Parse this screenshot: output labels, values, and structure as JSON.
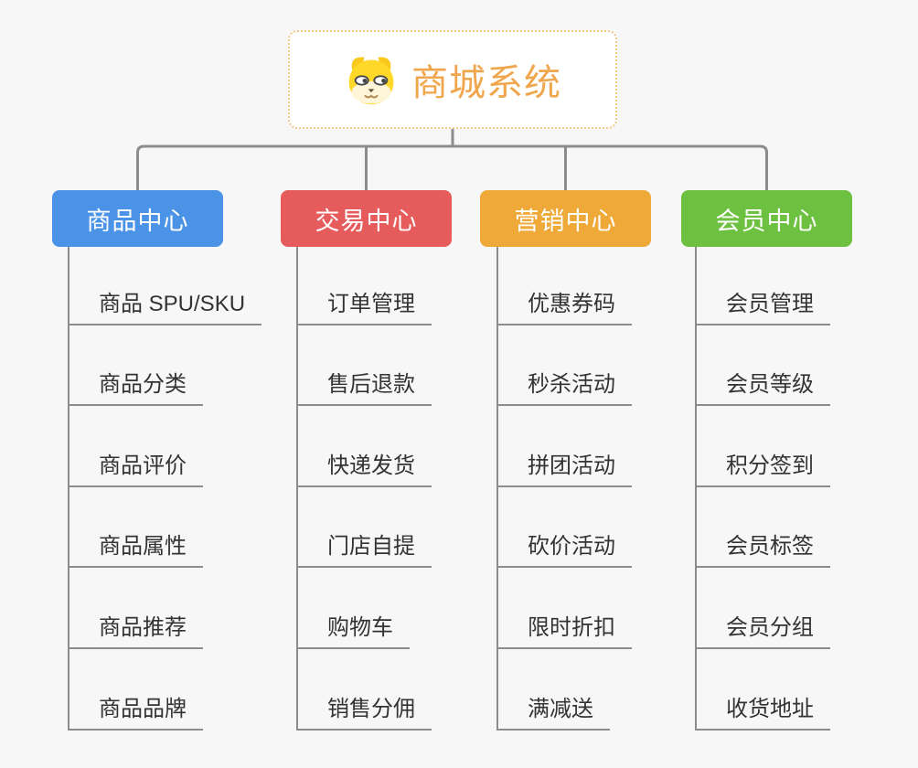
{
  "root": {
    "title": "商城系统",
    "icon": "dog-face-icon"
  },
  "branches": [
    {
      "label": "商品中心",
      "color": "#4B93E6",
      "children": [
        "商品 SPU/SKU",
        "商品分类",
        "商品评价",
        "商品属性",
        "商品推荐",
        "商品品牌"
      ]
    },
    {
      "label": "交易中心",
      "color": "#E65C5C",
      "children": [
        "订单管理",
        "售后退款",
        "快递发货",
        "门店自提",
        "购物车",
        "销售分佣"
      ]
    },
    {
      "label": "营销中心",
      "color": "#EFA939",
      "children": [
        "优惠券码",
        "秒杀活动",
        "拼团活动",
        "砍价活动",
        "限时折扣",
        "满减送"
      ]
    },
    {
      "label": "会员中心",
      "color": "#6EC140",
      "children": [
        "会员管理",
        "会员等级",
        "积分签到",
        "会员标签",
        "会员分组",
        "收货地址"
      ]
    }
  ],
  "colors": {
    "background": "#F7F7F7",
    "root_text": "#F0A64C",
    "root_border": "#F3C887",
    "branch_text": "#FFFFFF",
    "leaf_text": "#333333",
    "leaf_line": "#8C8C8C",
    "connector": "#8C8C8C"
  }
}
